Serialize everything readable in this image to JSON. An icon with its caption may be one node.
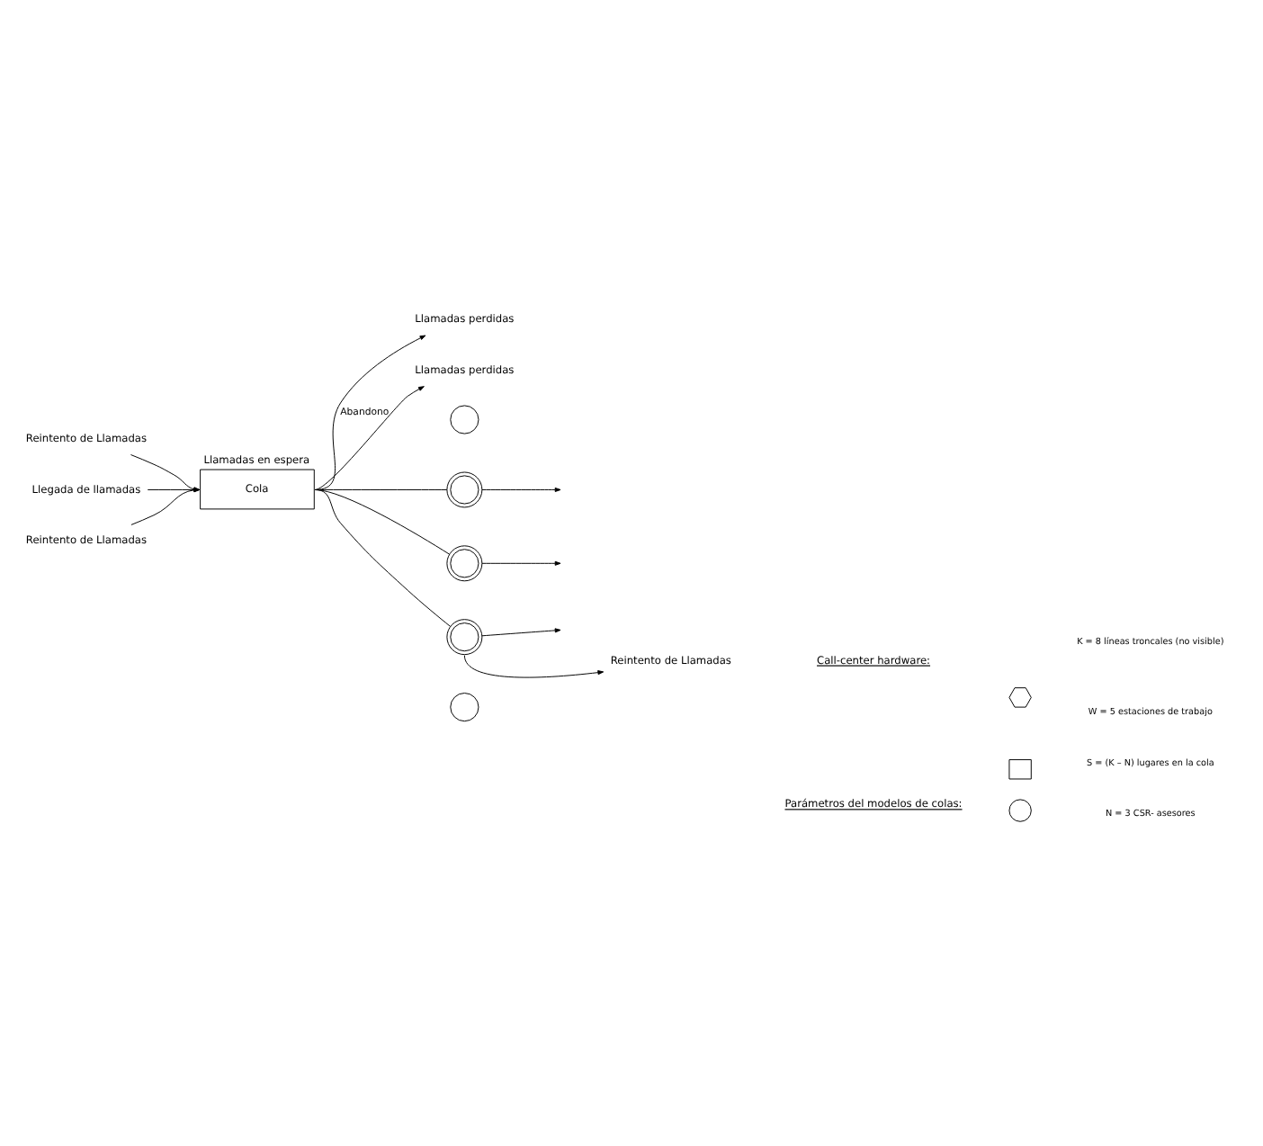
{
  "diagram": {
    "nodes": [
      {
        "text": [
          "Llamadas perdidas"
        ]
      },
      {
        "text": [
          "Reintento de Llamadas"
        ]
      },
      {
        "text": [
          "Llegada de llamadas"
        ]
      },
      {
        "text": [
          "Cola"
        ],
        "beside": [
          "Llamadas en espera"
        ]
      },
      {
        "text": [
          "Reintento de Llamadas"
        ]
      },
      {
        "text": [
          "Llamadas perdidas"
        ]
      },
      {
        "text": [],
        "shape": "circle"
      },
      {
        "text": [],
        "shape": "circle"
      },
      {
        "text": [],
        "shape": "circle"
      },
      {
        "text": [],
        "shape": "circle"
      },
      {
        "text": [],
        "shape": "circle"
      },
      {
        "text": [
          "Reintento de Llamadas"
        ]
      }
    ],
    "edges": [
      {
        "from": 2,
        "to": 3,
        "arrow": "to"
      },
      {
        "from": 3,
        "to": 0,
        "arrow": "to"
      },
      {
        "from": 1,
        "to": 3,
        "arrow": "to"
      },
      {
        "from": 4,
        "to": 3,
        "arrow": "to"
      },
      {
        "from": 3,
        "to": 5,
        "arrow": "to",
        "label": "Abandono"
      },
      {
        "from": 3,
        "to": 7,
        "arrow": "none"
      },
      {
        "from": 3,
        "to": 8,
        "arrow": "none"
      },
      {
        "from": 3,
        "to": 9,
        "arrow": "none"
      },
      {
        "from": 7,
        "to": null,
        "arrow": "to"
      },
      {
        "from": 8,
        "to": null,
        "arrow": "to"
      },
      {
        "from": 9,
        "to": null,
        "arrow": "to"
      },
      {
        "from": 9,
        "to": 11,
        "arrow": "to"
      }
    ],
    "labels": [
      "Call-center hardware:",
      "Parámetros del modelos de colas:"
    ],
    "legend": [
      {
        "text": "W = 5 estaciones de trabajo"
      },
      {
        "text": "K = 8 líneas troncales (no visible)"
      },
      {
        "text": "N = 3 CSR- asesores"
      },
      {
        "text": "S = (K – N) lugares en la cola"
      }
    ]
  }
}
